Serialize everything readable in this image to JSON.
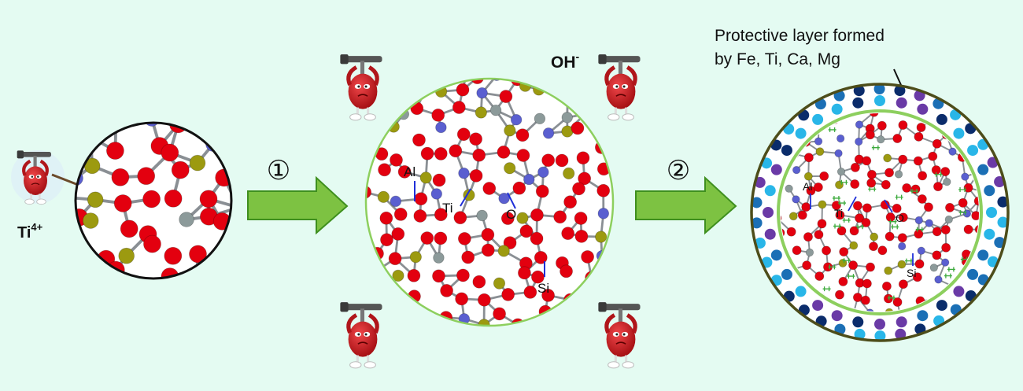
{
  "labels": {
    "ti_ion": "Ti",
    "ti_ion_charge": "4+",
    "hydroxide": "OH",
    "hydroxide_charge": "-",
    "step1": "①",
    "step2": "②",
    "protective_line1": "Protective layer formed",
    "protective_line2": "by Fe, Ti, Ca, Mg"
  },
  "atom_labels": {
    "middle": {
      "al": "Al",
      "ti": "Ti",
      "o": "O",
      "si": "Si"
    },
    "right": {
      "al": "Al",
      "ti": "Ti",
      "o": "O",
      "si": "Si"
    }
  },
  "colors": {
    "background": "#e4fbf2",
    "oxygen": "#e3000f",
    "silicon": "#9c9a10",
    "aluminum": "#5a5fd0",
    "titanium": "#8c9a9a",
    "bond": "#8a8f94",
    "arrow_fill": "#7dc242",
    "arrow_stroke": "#3f8f1f",
    "ring_inner": "#8dcf5e",
    "ring_outer": "#4d4d1a",
    "layer_dot_light": "#29b6e8",
    "layer_dot_mid": "#1b6fb5",
    "layer_dot_dark": "#0b2c6b",
    "layer_dot_purple": "#6a3aa6"
  },
  "icons": [
    "red-mascot-icon",
    "hammer-icon",
    "magnifier-icon"
  ]
}
